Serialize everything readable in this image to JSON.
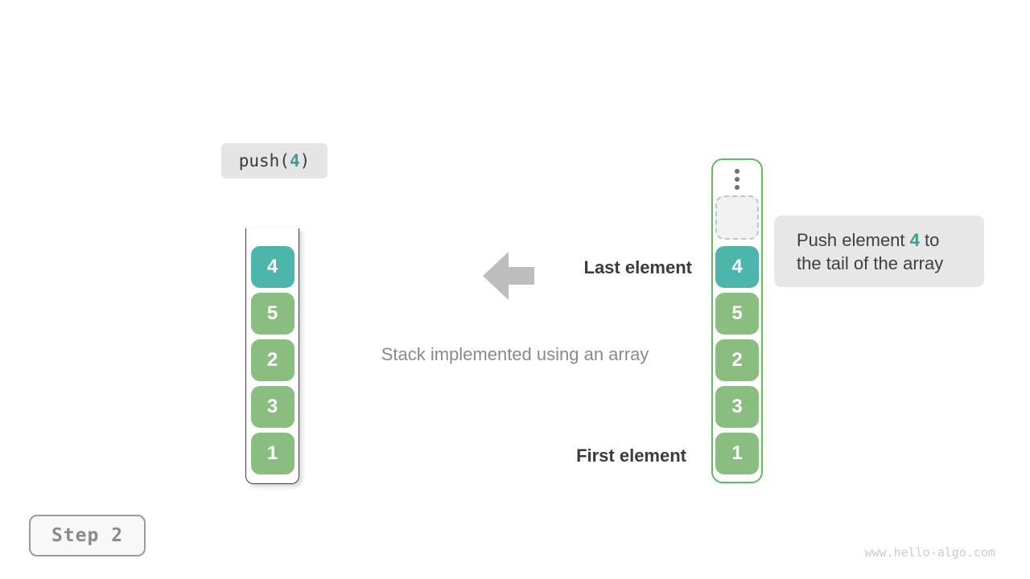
{
  "operation_label": {
    "prefix": "push(",
    "argument": "4",
    "suffix": ")"
  },
  "stack": {
    "values": [
      "4",
      "5",
      "2",
      "3",
      "1"
    ],
    "highlight_index": 0
  },
  "array_view": {
    "has_empty_slot": true,
    "ellipsis_dots": 3
  },
  "pointers": {
    "last": "Last element",
    "first": "First element"
  },
  "caption": {
    "text": "Stack implemented using an array"
  },
  "tooltip": {
    "line1_before": "Push element ",
    "line1_highlight": "4",
    "line1_after": " to",
    "line2": "the tail of the array"
  },
  "step_button": {
    "label": "Step 2"
  },
  "watermark": {
    "text": "www.hello-algo.com"
  },
  "colors": {
    "cell_green": "#8ABD80",
    "cell_teal": "#4DB6AC",
    "accent_teal": "#3D9C8E",
    "array_border_green": "#64B95F",
    "arrow_gray": "#BDBDBD",
    "text_dark": "#3B3B3B",
    "text_gray": "#8A8A8A",
    "label_bg": "#E5E5E5",
    "tooltip_bg": "#E7E7E7"
  }
}
